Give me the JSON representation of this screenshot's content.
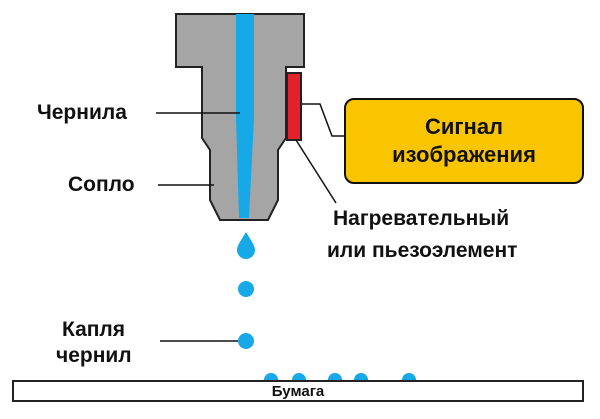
{
  "labels": {
    "ink": "Чернила",
    "nozzle": "Сопло",
    "drop_line1": "Капля",
    "drop_line2": "чернил",
    "signal_line1": "Сигнал",
    "signal_line2": "изображения",
    "heater_line1": "Нагревательный",
    "heater_line2": "или пьезоэлемент",
    "paper": "Бумага"
  },
  "colors": {
    "nozzle_body": "#a5a5a5",
    "ink": "#17a8e8",
    "heater": "#e3202c",
    "signal_box": "#f9c400",
    "outline": "#111111"
  }
}
